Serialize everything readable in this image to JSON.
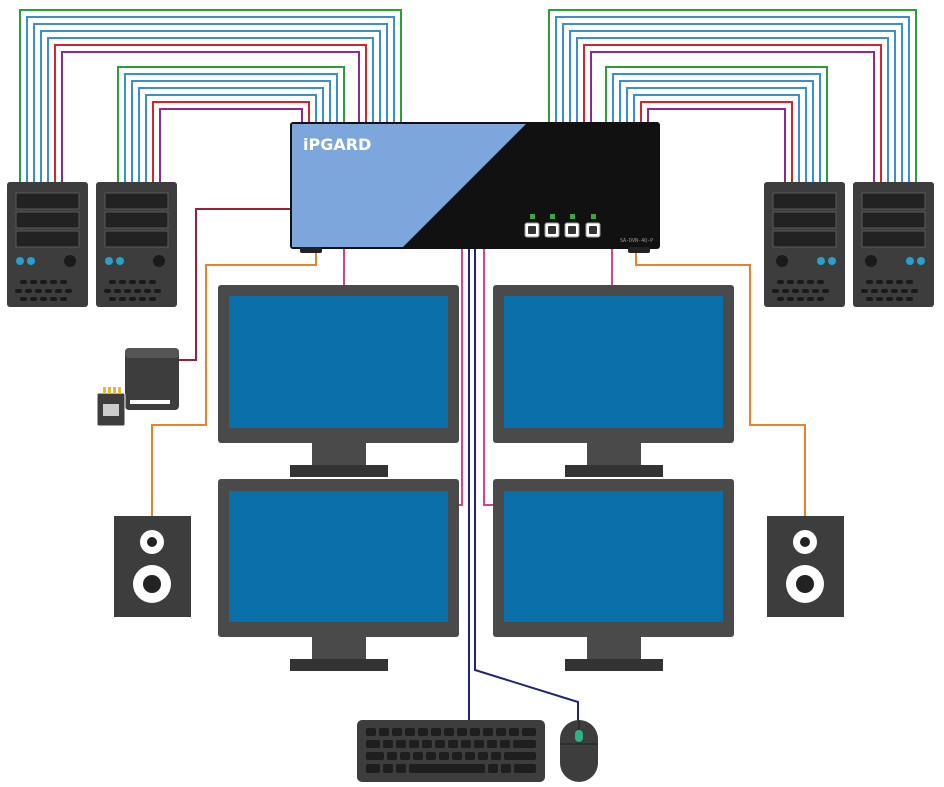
{
  "device": {
    "brand": "iPGARD",
    "model": "SA-DVN-4Q-P",
    "port_buttons": [
      "port-1",
      "port-2",
      "port-3",
      "port-4"
    ]
  },
  "colors": {
    "kvm_panel_light": "#7da6dc",
    "kvm_panel_dark": "#111111",
    "monitor_frame": "#4a4a4a",
    "screen": "#0a6fa8",
    "pc_case": "#3d3d3d",
    "cable_green": "#2e9e3a",
    "cable_blue": "#3b8fcf",
    "cable_red": "#d0262d",
    "cable_purple": "#8e2a8e",
    "cable_orange": "#e8822e",
    "cable_pink": "#d9408f",
    "cable_maroon": "#9b1f3a",
    "cable_navy": "#22237a",
    "led_green": "#3aa64a"
  },
  "components": {
    "computers": [
      "computer-1",
      "computer-2",
      "computer-3",
      "computer-4"
    ],
    "monitors": [
      "monitor-top-left",
      "monitor-top-right",
      "monitor-bottom-left",
      "monitor-bottom-right"
    ],
    "speakers": [
      "speaker-left",
      "speaker-right"
    ],
    "peripherals": [
      "card-reader",
      "keyboard",
      "mouse"
    ]
  }
}
